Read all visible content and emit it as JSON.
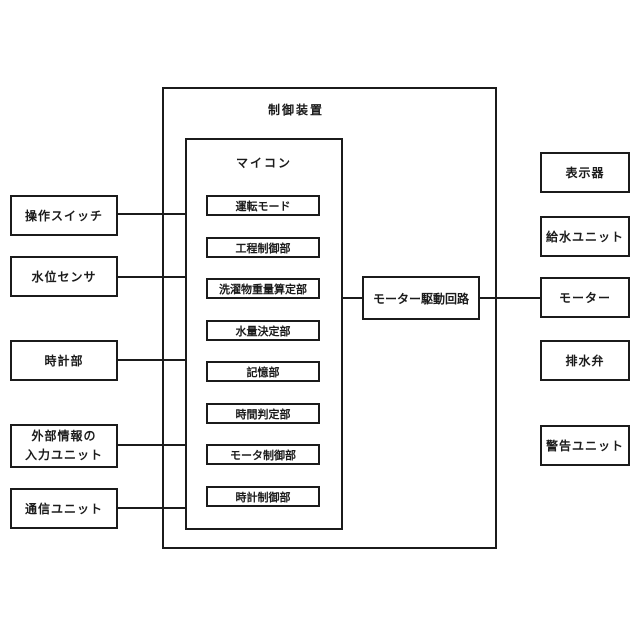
{
  "diagram": {
    "outer_box_label": "制御装置",
    "inner_box_label": "マイコン",
    "micon_modules": [
      "運転モード",
      "工程制御部",
      "洗濯物重量算定部",
      "水量決定部",
      "記憶部",
      "時間判定部",
      "モータ制御部",
      "時計制御部"
    ],
    "motor_drive_label": "モーター駆動回路",
    "left_units": [
      {
        "label": "操作スイッチ"
      },
      {
        "label": "水位センサ"
      },
      {
        "label": "時計部"
      },
      {
        "label": "外部情報の",
        "label2": "入力ユニット"
      },
      {
        "label": "通信ユニット"
      }
    ],
    "right_units": [
      {
        "label": "表示器"
      },
      {
        "label": "給水ユニット"
      },
      {
        "label": "モーター"
      },
      {
        "label": "排水弁"
      },
      {
        "label": "警告ユニット"
      }
    ],
    "colors": {
      "line": "#1b1b1b",
      "background": "#ffffff",
      "box_fill": "#ffffff"
    }
  }
}
